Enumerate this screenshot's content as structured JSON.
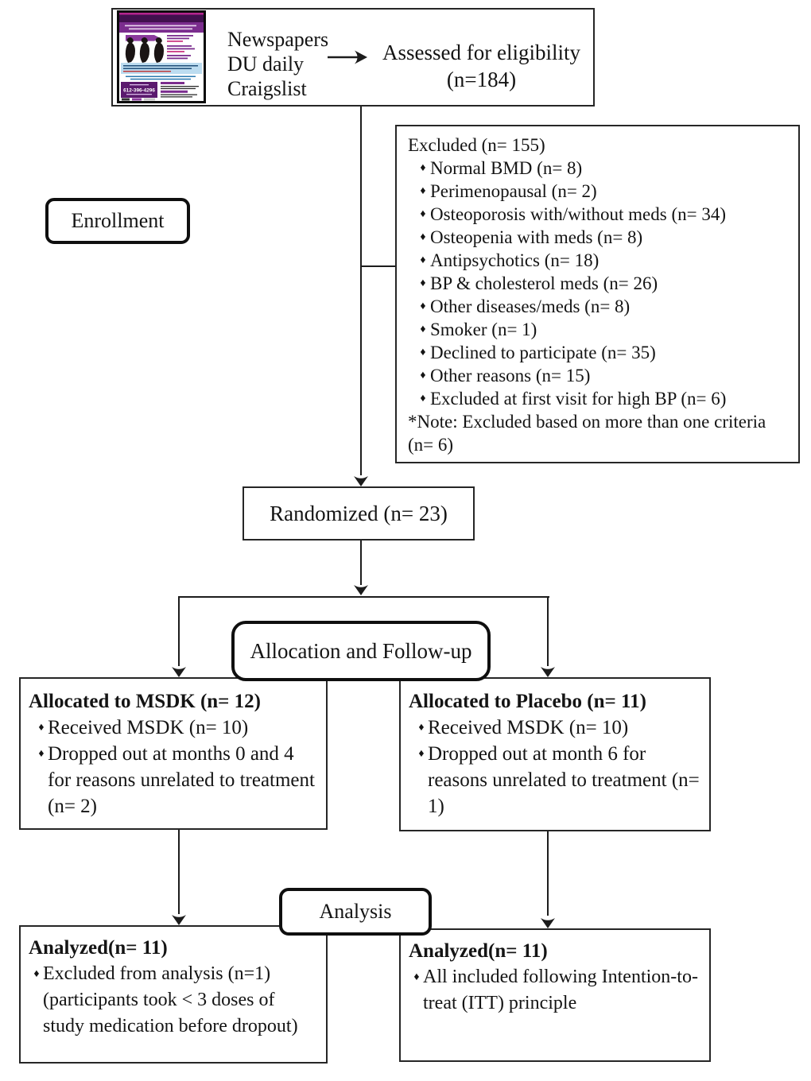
{
  "glyphs": {
    "bullet": "♦"
  },
  "colors": {
    "line": "#1c1c1c",
    "flyer_purple": "#7b2d8e",
    "flyer_dark_purple": "#41104e",
    "flyer_magenta": "#b5258f",
    "flyer_blue": "#bcdcf0"
  },
  "recruitment": {
    "sources": [
      "Newspapers",
      "DU daily",
      "Craigslist"
    ],
    "assessed_line1": "Assessed for eligibility",
    "assessed_line2": "(n=184)",
    "flyer_phone": "612-396-4296"
  },
  "stage_labels": {
    "enrollment": "Enrollment",
    "allocation": "Allocation and Follow-up",
    "analysis": "Analysis"
  },
  "excluded": {
    "title": "Excluded (n= 155)",
    "items": [
      "Normal BMD (n= 8)",
      "Perimenopausal (n= 2)",
      "Osteoporosis with/without meds (n= 34)",
      "Osteopenia with meds (n= 8)",
      "Antipsychotics (n= 18)",
      "BP & cholesterol meds (n= 26)",
      "Other diseases/meds (n= 8)",
      "Smoker (n= 1)",
      "Declined to participate (n= 35)",
      "Other reasons (n= 15)",
      "Excluded at first visit for high BP (n= 6)"
    ],
    "note": "*Note: Excluded based on more than one criteria (n= 6)"
  },
  "randomized": {
    "label": "Randomized (n= 23)"
  },
  "allocation_msdk": {
    "title": "Allocated to MSDK (n= 12)",
    "bullets": [
      "Received MSDK (n= 10)",
      "Dropped out at months 0 and 4 for reasons unrelated to treatment (n= 2)"
    ]
  },
  "allocation_placebo": {
    "title": "Allocated to Placebo (n= 11)",
    "bullets": [
      "Received MSDK (n= 10)",
      "Dropped out at month 6 for reasons unrelated to treatment (n= 1)"
    ]
  },
  "analyzed_msdk": {
    "title": "Analyzed(n= 11)",
    "bullets": [
      "Excluded from analysis (n=1) (participants took < 3 doses of study medication before dropout)"
    ]
  },
  "analyzed_placebo": {
    "title": "Analyzed(n= 11)",
    "bullets": [
      "All included following Intention-to-treat (ITT) principle"
    ]
  }
}
